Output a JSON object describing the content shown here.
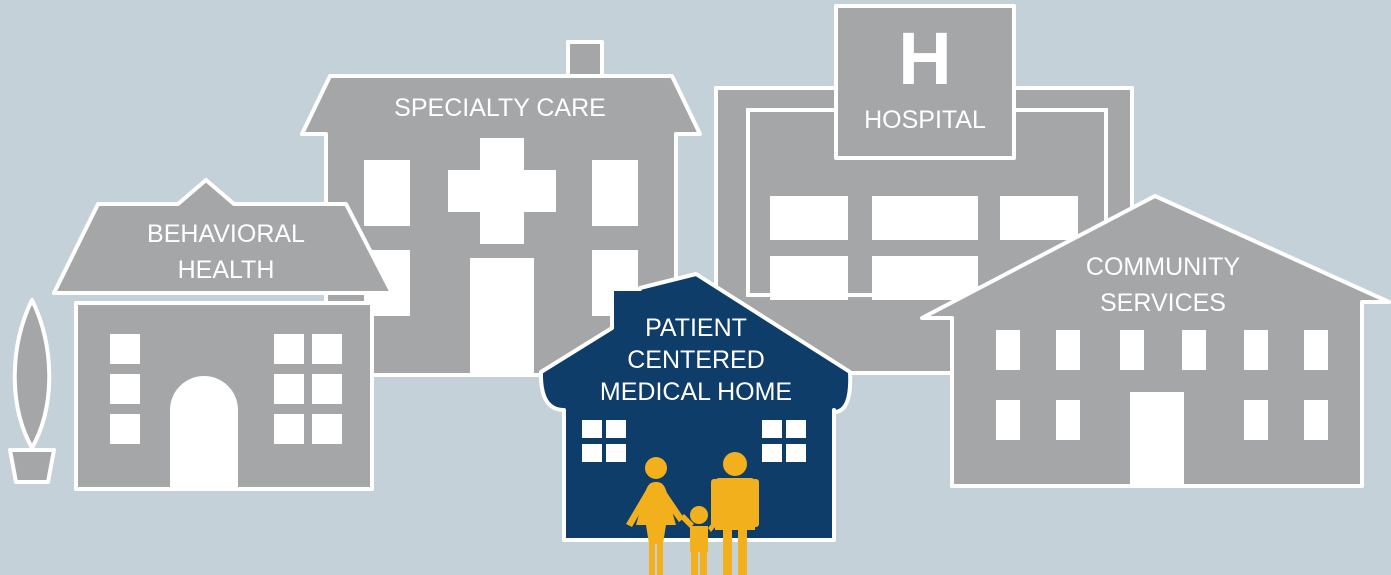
{
  "labels": {
    "specialty_care": "SPECIALTY CARE",
    "hospital_letter": "H",
    "hospital": "HOSPITAL",
    "behavioral_line1": "BEHAVIORAL",
    "behavioral_line2": "HEALTH",
    "community_line1": "COMMUNITY",
    "community_line2": "SERVICES",
    "pcmh_line1": "PATIENT",
    "pcmh_line2": "CENTERED",
    "pcmh_line3": "MEDICAL HOME"
  },
  "colors": {
    "background": "#c5d1d8",
    "building_gray": "#a5a6a8",
    "outline": "#ffffff",
    "home_navy": "#0d3d68",
    "family_gold": "#f2b01d"
  },
  "icons": [
    "plant-icon",
    "medical-cross-icon",
    "family-icon"
  ]
}
